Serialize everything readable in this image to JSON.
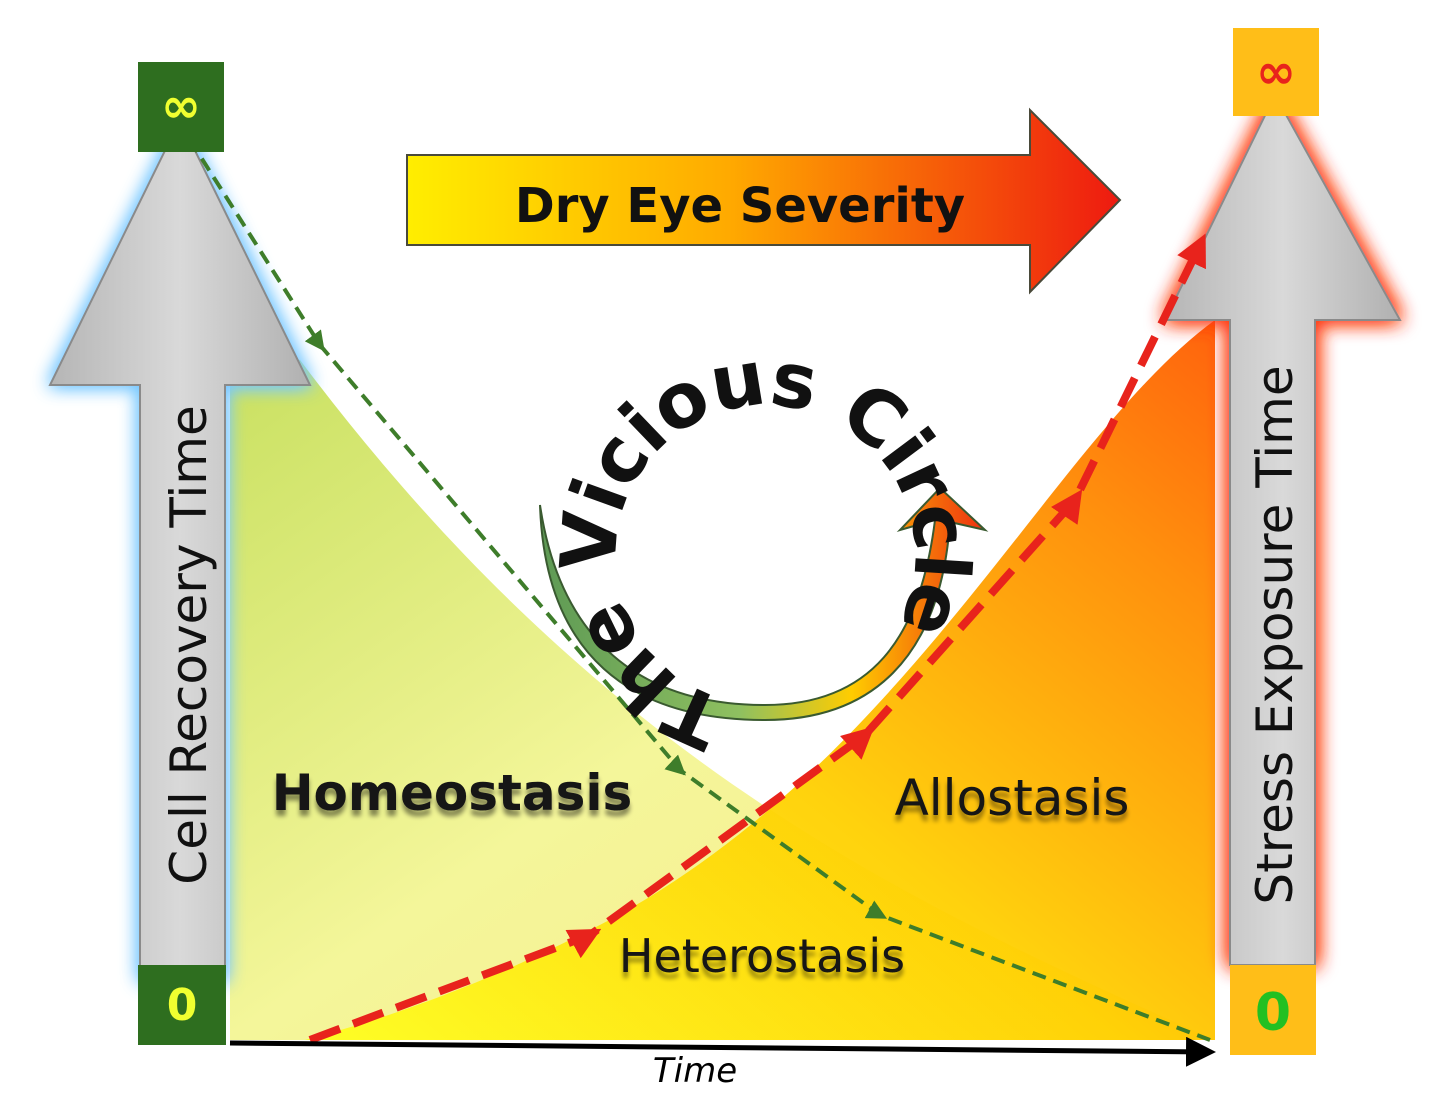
{
  "header": {
    "severity_label": "Dry Eye Severity"
  },
  "left_axis": {
    "label": "Cell Recovery Time",
    "top_value": "∞",
    "bottom_value": "0"
  },
  "right_axis": {
    "label": "Stress Exposure Time",
    "top_value": "∞",
    "bottom_value": "0"
  },
  "x_axis": {
    "label": "Time"
  },
  "regions": {
    "left": "Homeostasis",
    "right": "Allostasis",
    "middle": "Heterostasis"
  },
  "circle_text": "The Vicious Circle",
  "colors": {
    "green": "#2e6e1f",
    "dark_green": "#3e7d2a",
    "red": "#e8231c",
    "orange": "#ff7a00",
    "yellow": "#ffe600",
    "infinity_yellow": "#f0ff30",
    "zero_green": "#22c022",
    "grey_arrow": "#c9c9c9"
  }
}
